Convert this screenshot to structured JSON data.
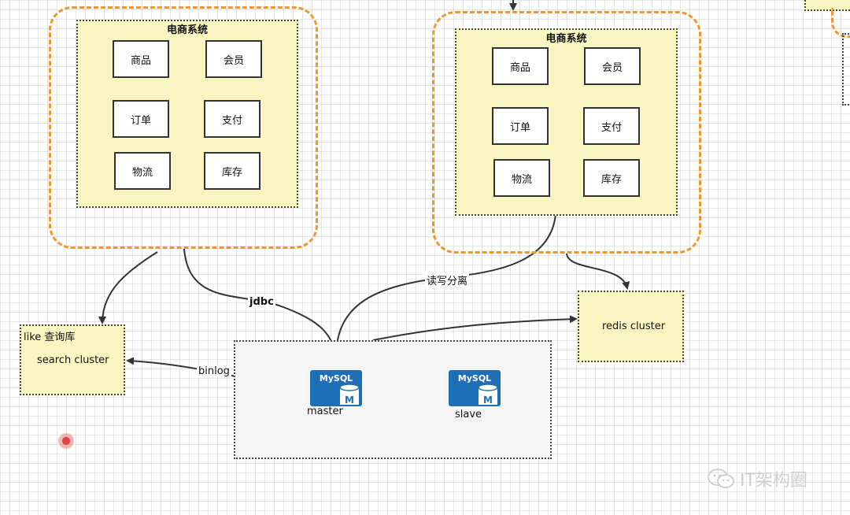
{
  "colors": {
    "group_border": "#f0962f",
    "panel_fill": "#faf6c2",
    "mysql_blue": "#1f6fb7"
  },
  "left_system": {
    "title": "电商系统",
    "modules": [
      "商品",
      "会员",
      "订单",
      "支付",
      "物流",
      "库存"
    ]
  },
  "right_system": {
    "title": "电商系统",
    "modules": [
      "商品",
      "会员",
      "订单",
      "支付",
      "物流",
      "库存"
    ]
  },
  "search": {
    "header": "like 查询库",
    "label": "search  cluster"
  },
  "redis": {
    "label": "redis cluster"
  },
  "mysql": {
    "icon_text": "MySQL",
    "icon_badge": "M",
    "master_label": "master",
    "slave_label": "slave"
  },
  "edges": {
    "jdbc": "jdbc",
    "rw_split": "读写分离",
    "binlog": "binlog"
  },
  "watermark": {
    "text": "IT架构圈",
    "icon": "wechat-icon"
  }
}
